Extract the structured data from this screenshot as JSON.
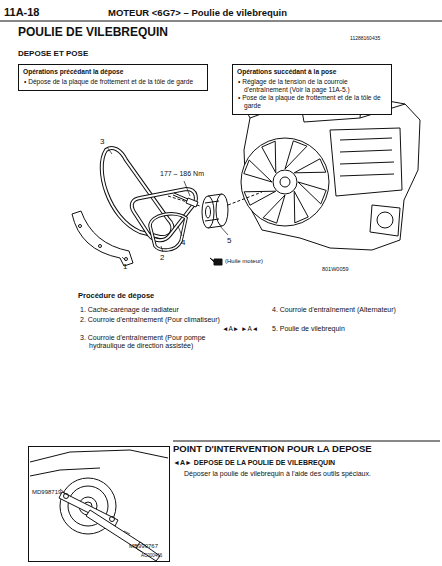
{
  "diagram": {
    "title": "POULIE DE VILEBREQUIN",
    "nodes": [
      {
        "text": [
          "Opérations précédant la dépose",
          "• Dépose de la plaque de frottement et de la tôle de garde"
        ]
      },
      {
        "text": [
          "Opérations succédant à la pose",
          "• Réglage de la tension de la courroie d'entraînement (Voir la page 11A-5.)",
          "• Pose de la plaque de frottement et de la tôle de garde"
        ]
      },
      {
        "text": [
          "MD998719",
          "MB990767",
          "AC000466"
        ]
      }
    ],
    "labels": [
      "11A-18",
      "MOTEUR <6G7> – Poulie de vilebrequin",
      "11288160435",
      "DEPOSE ET POSE",
      "3",
      "177 – 186 Nm",
      "5",
      "4",
      "2",
      "1",
      "(Huile moteur)",
      "801W0059",
      "Procédure de dépose",
      "1. Cache-carénage de radiateur",
      "2. Courroie d'entraînement (Pour climatiseur)",
      "3. Courroie d'entraînement (Pour pompe hydraulique de direction assistée)",
      "4. Courroie d'entraînement (Alternateur)",
      "◄A► ►A◄",
      "5. Poulie de vilebrequin",
      "POINT D'INTERVENTION POUR LA DEPOSE",
      "◄A► DEPOSE DE LA POULIE DE VILEBREQUIN",
      "Déposer la poulie de vilebrequin à l'aide des outils spéciaux."
    ]
  }
}
